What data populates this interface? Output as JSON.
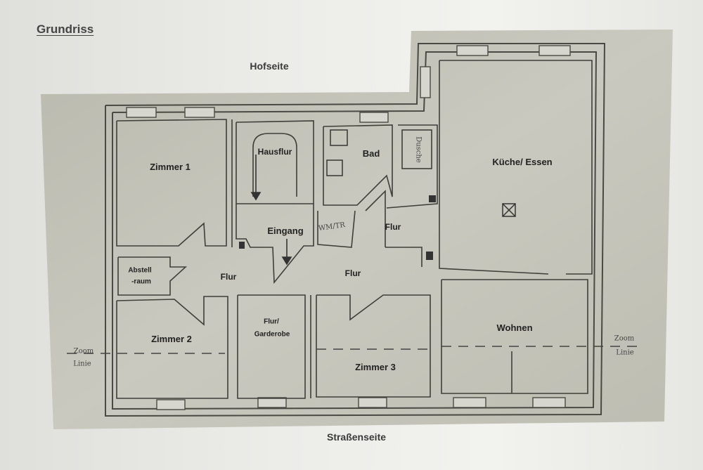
{
  "title": "Grundriss",
  "side_top": "Hofseite",
  "side_bottom": "Straßenseite",
  "rooms": {
    "zimmer1": "Zimmer 1",
    "hausflur": "Hausflur",
    "bad": "Bad",
    "kueche": "Küche/ Essen",
    "eingang": "Eingang",
    "wc": "WM/TR",
    "flur_bad": "Flur",
    "abstell_1": "Abstell",
    "abstell_2": "-raum",
    "flur_left": "Flur",
    "flur_mid": "Flur",
    "zimmer2": "Zimmer 2",
    "garderobe_1": "Flur/",
    "garderobe_2": "Garderobe",
    "zimmer3": "Zimmer 3",
    "wohnen": "Wohnen",
    "dusche": "Dusche"
  },
  "zoom_left": [
    "Zoom",
    "Linie"
  ],
  "zoom_right": [
    "Zoom",
    "Linie"
  ]
}
